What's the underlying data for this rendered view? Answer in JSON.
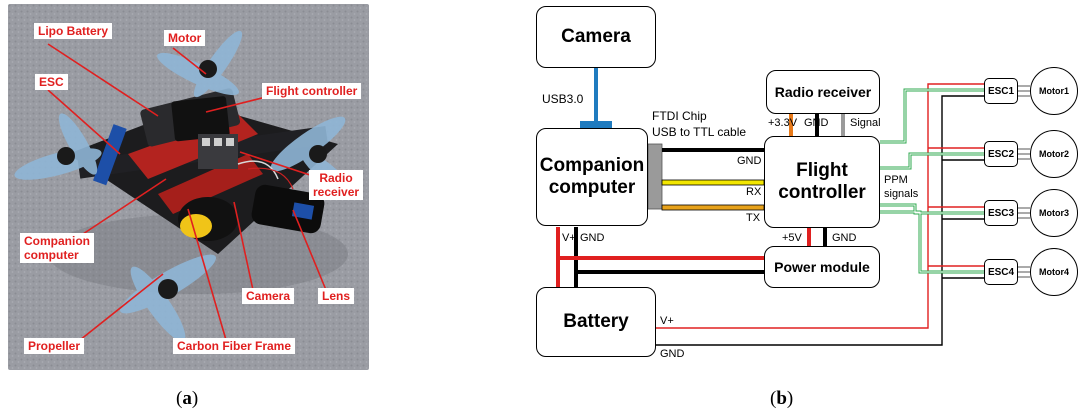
{
  "panel_a": {
    "caption_open": "(",
    "caption_letter": "a",
    "caption_close": ")",
    "labels": {
      "lipo_battery": "Lipo Battery",
      "motor": "Motor",
      "esc": "ESC",
      "flight_controller": "Flight controller",
      "radio_receiver_line1": "Radio",
      "radio_receiver_line2": "receiver",
      "companion_line1": "Companion",
      "companion_line2": "computer",
      "camera": "Camera",
      "lens": "Lens",
      "propeller": "Propeller",
      "carbon_frame": "Carbon Fiber Frame"
    }
  },
  "panel_b": {
    "caption_open": "(",
    "caption_letter": "b",
    "caption_close": ")",
    "boxes": {
      "camera": "Camera",
      "radio_receiver": "Radio receiver",
      "companion_line1": "Companion",
      "companion_line2": "computer",
      "flight_line1": "Flight",
      "flight_line2": "controller",
      "power_module": "Power module",
      "battery": "Battery"
    },
    "wire_labels": {
      "usb3": "USB3.0",
      "ftdi_line1": "FTDI Chip",
      "ftdi_line2": "USB to TTL cable",
      "gnd_ftdi": "GND",
      "rx": "RX",
      "tx": "TX",
      "v33": "+3.3V",
      "gnd_radio": "GND",
      "signal": "Signal",
      "ppm_line1": "PPM",
      "ppm_line2": "signals",
      "vplus_companion": "V+",
      "gnd_companion": "GND",
      "v5": "+5V",
      "gnd_power": "GND",
      "vplus_battery": "V+",
      "gnd_battery": "GND"
    },
    "escs": [
      "ESC1",
      "ESC2",
      "ESC3",
      "ESC4"
    ],
    "motors": [
      "Motor1",
      "Motor2",
      "Motor3",
      "Motor4"
    ],
    "colors": {
      "power": "#e02020",
      "ground": "#000000",
      "signal": "#2fa84f",
      "rx": "#f2e600",
      "tx": "#e8a21a",
      "usb": "#1f7bbf",
      "v33": "#e87a1a",
      "connector": "#9a9a9a"
    }
  }
}
